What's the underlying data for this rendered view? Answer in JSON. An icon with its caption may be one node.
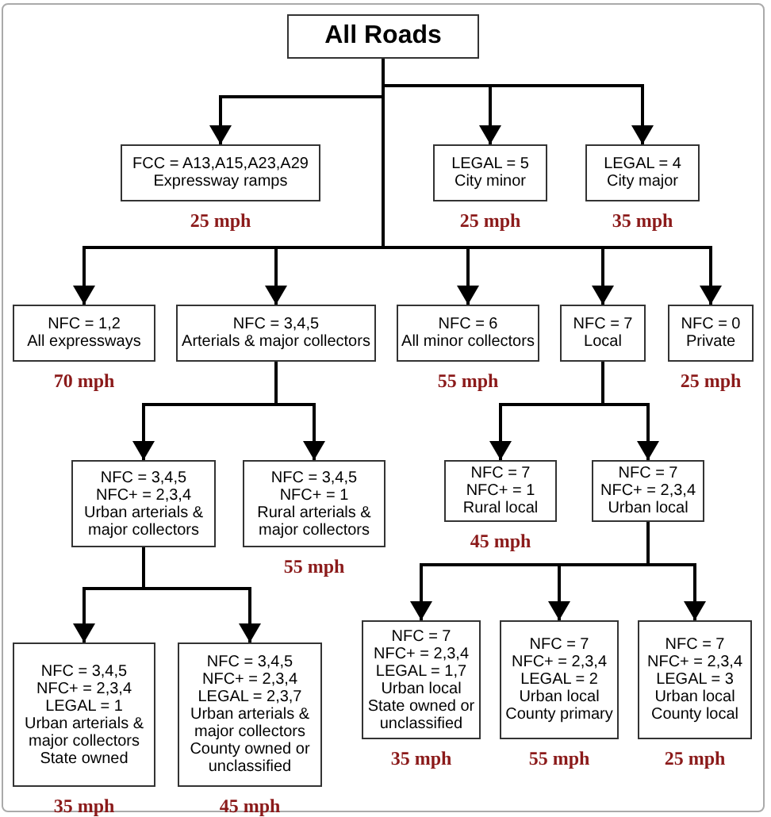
{
  "diagram": {
    "nodes": [
      {
        "text": [
          "All Roads"
        ]
      },
      {
        "text": [
          "FCC = A13,A15,A23,A29",
          "Expressway ramps"
        ],
        "beside": [
          "25 mph"
        ]
      },
      {
        "text": [
          "LEGAL = 5",
          "City minor"
        ],
        "beside": [
          "25 mph"
        ]
      },
      {
        "text": [
          "LEGAL = 4",
          "City major"
        ],
        "beside": [
          "35 mph"
        ]
      },
      {
        "text": [
          "NFC = 1,2",
          "All expressways"
        ],
        "beside": [
          "70 mph"
        ]
      },
      {
        "text": [
          "NFC = 3,4,5",
          "Arterials & major collectors"
        ]
      },
      {
        "text": [
          "NFC = 6",
          "All minor collectors"
        ],
        "beside": [
          "55 mph"
        ]
      },
      {
        "text": [
          "NFC = 7",
          "Local"
        ]
      },
      {
        "text": [
          "NFC = 0",
          "Private"
        ],
        "beside": [
          "25 mph"
        ]
      },
      {
        "text": [
          "NFC = 3,4,5",
          "NFC+ = 2,3,4",
          "Urban arterials & major collectors"
        ]
      },
      {
        "text": [
          "NFC = 3,4,5",
          "NFC+ = 1",
          "Rural arterials & major collectors"
        ],
        "beside": [
          "55 mph"
        ]
      },
      {
        "text": [
          "NFC = 7",
          "NFC+ = 1",
          "Rural local"
        ],
        "beside": [
          "45 mph"
        ]
      },
      {
        "text": [
          "NFC = 7",
          "NFC+ = 2,3,4",
          "Urban local"
        ]
      },
      {
        "text": [
          "NFC = 3,4,5",
          "NFC+ = 2,3,4",
          "LEGAL = 1",
          "Urban arterials & major collectors",
          "State owned"
        ],
        "beside": [
          "35 mph"
        ]
      },
      {
        "text": [
          "NFC = 3,4,5",
          "NFC+ = 2,3,4",
          "LEGAL = 2,3,7",
          "Urban arterials & major collectors",
          "County owned or unclassified"
        ],
        "beside": [
          "45 mph"
        ]
      },
      {
        "text": [
          "NFC = 7",
          "NFC+ = 2,3,4",
          "LEGAL = 1,7",
          "Urban local",
          "State owned or unclassified"
        ],
        "beside": [
          "35 mph"
        ]
      },
      {
        "text": [
          "NFC = 7",
          "NFC+ = 2,3,4",
          "LEGAL = 2",
          "Urban local",
          "County primary"
        ],
        "beside": [
          "55 mph"
        ]
      },
      {
        "text": [
          "NFC = 7",
          "NFC+ = 2,3,4",
          "LEGAL = 3",
          "Urban local",
          "County local"
        ],
        "beside": [
          "25 mph"
        ]
      }
    ],
    "edges": [
      {
        "from": 0,
        "to": 1,
        "arrow": "to"
      },
      {
        "from": 0,
        "to": 2,
        "arrow": "to"
      },
      {
        "from": 0,
        "to": 3,
        "arrow": "to"
      },
      {
        "from": 0,
        "to": 4,
        "arrow": "to"
      },
      {
        "from": 0,
        "to": 5,
        "arrow": "to"
      },
      {
        "from": 0,
        "to": 6,
        "arrow": "to"
      },
      {
        "from": 0,
        "to": 7,
        "arrow": "to"
      },
      {
        "from": 0,
        "to": 8,
        "arrow": "to"
      },
      {
        "from": 5,
        "to": 9,
        "arrow": "to"
      },
      {
        "from": 5,
        "to": 10,
        "arrow": "to"
      },
      {
        "from": 7,
        "to": 11,
        "arrow": "to"
      },
      {
        "from": 7,
        "to": 12,
        "arrow": "to"
      },
      {
        "from": 9,
        "to": 13,
        "arrow": "to"
      },
      {
        "from": 9,
        "to": 14,
        "arrow": "to"
      },
      {
        "from": 12,
        "to": 15,
        "arrow": "to"
      },
      {
        "from": 12,
        "to": 16,
        "arrow": "to"
      },
      {
        "from": 12,
        "to": 17,
        "arrow": "to"
      }
    ]
  }
}
